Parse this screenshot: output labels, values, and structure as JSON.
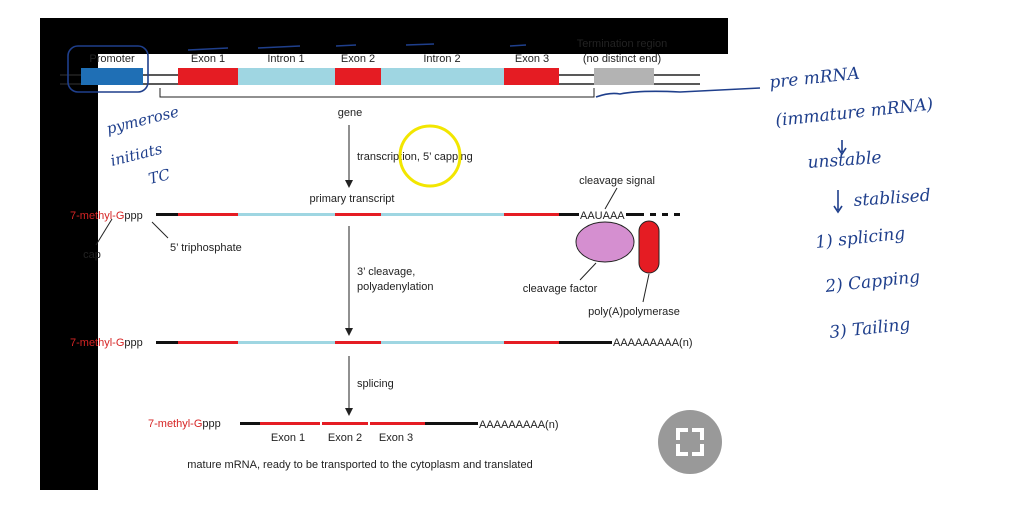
{
  "diagram": {
    "top_labels": {
      "promoter": "Promoter",
      "exon1": "Exon 1",
      "intron1": "Intron 1",
      "exon2": "Exon 2",
      "intron2": "Intron 2",
      "exon3": "Exon 3",
      "termination_line1": "Termination region",
      "termination_line2": "(no distinct end)"
    },
    "gene": "gene",
    "step1": "transcription, 5’ capping",
    "primary_transcript": "primary transcript",
    "cap_prefix": "7-methyl-G",
    "cap_suffix": "ppp",
    "cap": "cap",
    "triphosphate": "5’ triphosphate",
    "cleavage_signal": "cleavage signal",
    "signal_seq": "AAUAAA",
    "cleavage_factor": "cleavage factor",
    "polymerase": "poly(A)polymerase",
    "step2_line1": "3’ cleavage,",
    "step2_line2": "polyadenylation",
    "poly_tail": "AAAAAAAAA(n)",
    "step3": "splicing",
    "bottom_exon1": "Exon 1",
    "bottom_exon2": "Exon 2",
    "bottom_exon3": "Exon 3",
    "caption": "mature mRNA, ready to be transported to the cytoplasm and translated"
  },
  "colors": {
    "exon": "#e51c23",
    "intron": "#9fd6e2",
    "promoter": "#1f6fb5",
    "termination": "#b3b3b3",
    "cleavage_factor": "#d58fd0",
    "polymerase": "#e51c23",
    "annotation_ink": "#1f3f8c",
    "highlight": "#f2e600"
  },
  "annotations": {
    "left_1": "pymerose",
    "left_2": "initiats",
    "left_3": "TC",
    "right_1": "pre mRNA",
    "right_2": "(immature mRNA)",
    "right_3": "unstable",
    "right_4": "stablised",
    "right_5": "1) splicing",
    "right_6": "2) Capping",
    "right_7": "3) Tailing"
  }
}
